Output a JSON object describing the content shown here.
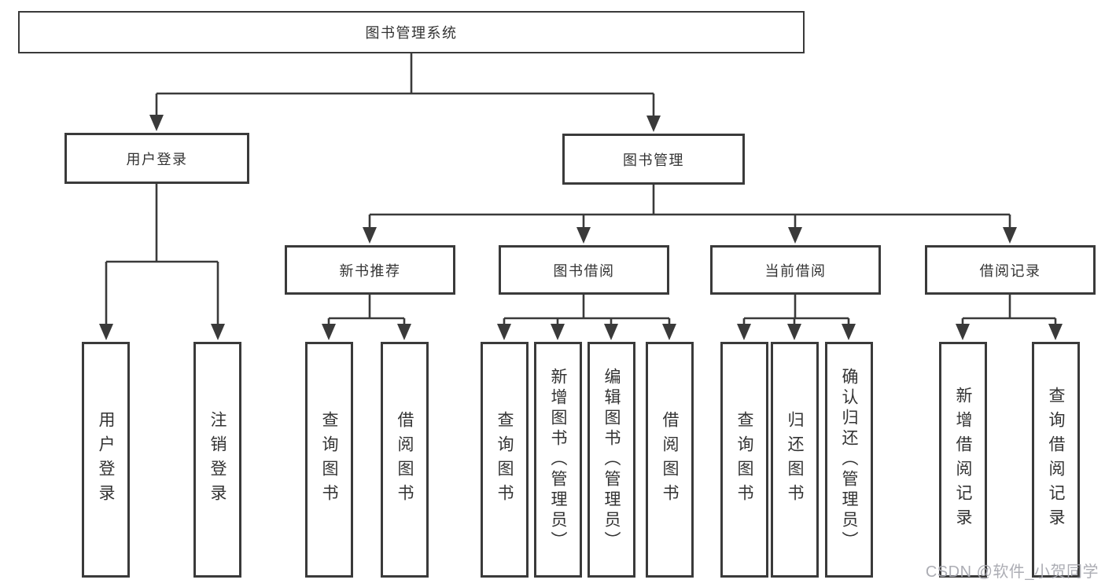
{
  "diagram": {
    "root": {
      "label": "图书管理系统"
    },
    "branches": [
      {
        "label": "用户登录",
        "children": [
          {
            "label": "用户登录"
          },
          {
            "label": "注销登录"
          }
        ]
      },
      {
        "label": "图书管理",
        "children": [
          {
            "label": "新书推荐",
            "children": [
              {
                "label": "查询图书"
              },
              {
                "label": "借阅图书"
              }
            ]
          },
          {
            "label": "图书借阅",
            "children": [
              {
                "label": "查询图书"
              },
              {
                "label": "新增图书（管理员）"
              },
              {
                "label": "编辑图书（管理员）"
              },
              {
                "label": "借阅图书"
              }
            ]
          },
          {
            "label": "当前借阅",
            "children": [
              {
                "label": "查询图书"
              },
              {
                "label": "归还图书"
              },
              {
                "label": "确认归还（管理员）"
              }
            ]
          },
          {
            "label": "借阅记录",
            "children": [
              {
                "label": "新增借阅记录"
              },
              {
                "label": "查询借阅记录"
              }
            ]
          }
        ]
      }
    ]
  },
  "watermark": "CSDN @软件_小贺同学",
  "colors": {
    "line": "#3a3a3a",
    "text": "#333333",
    "watermark": "#a8a9b0"
  }
}
